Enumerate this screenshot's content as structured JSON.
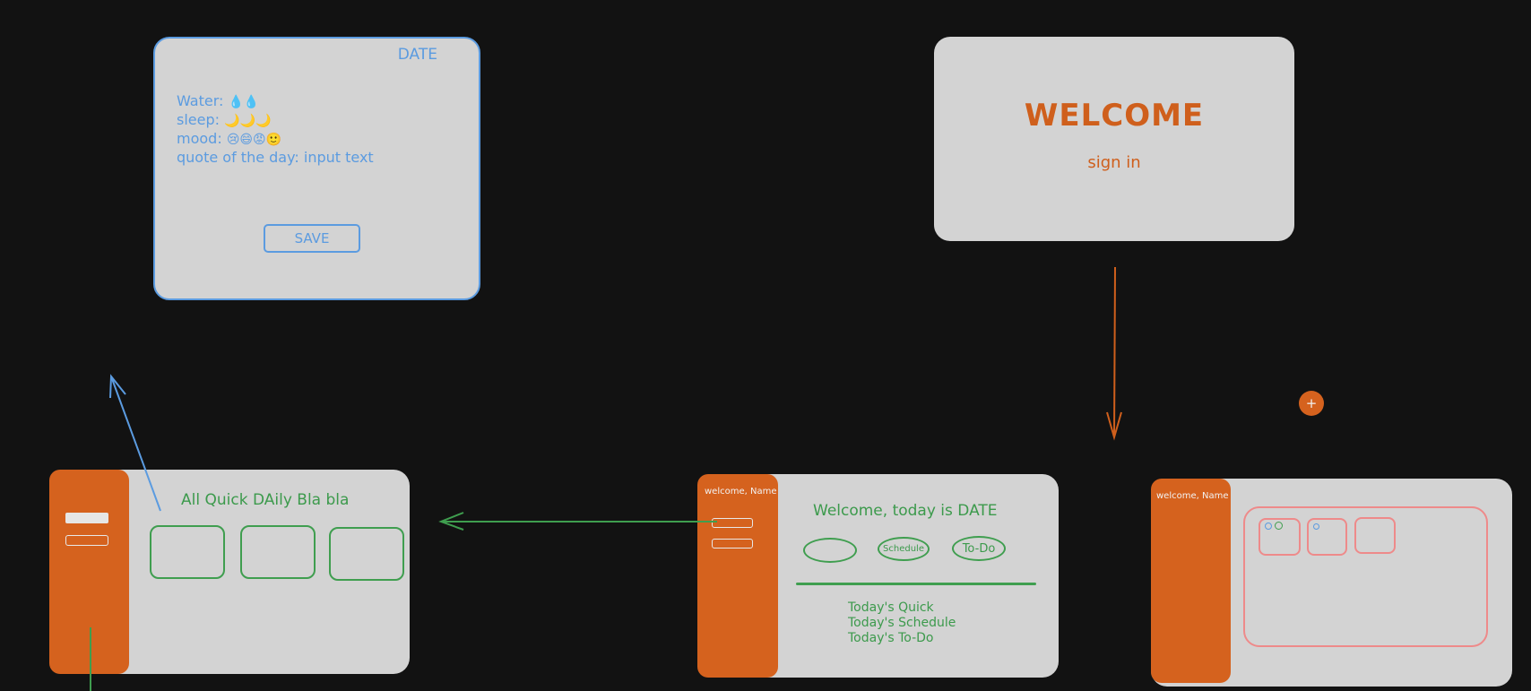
{
  "journal": {
    "date": "DATE",
    "water_label": "Water:",
    "water_icons": "💧💧",
    "sleep_label": "sleep:",
    "sleep_icons": "🌙🌙🌙",
    "mood_label": "mood:",
    "mood_icons": "😢😄😡🙂",
    "quote_label": "quote of the day: input text",
    "save_label": "SAVE"
  },
  "welcome": {
    "title": "WELCOME",
    "sign_in": "sign in"
  },
  "plus_button": {
    "label": "+"
  },
  "quick_screen": {
    "title": "All Quick DAily Bla bla"
  },
  "home_screen": {
    "sidebar_greeting": "welcome, Name",
    "heading": "Welcome, today is DATE",
    "tab_empty": "",
    "tab_schedule": "Schedule",
    "tab_todo": "To-Do",
    "list": [
      "Today's Quick",
      "Today's Schedule",
      "Today's To-Do"
    ]
  },
  "todo_screen": {
    "sidebar_greeting": "welcome, Name"
  },
  "colors": {
    "background": "#121212",
    "card": "#d3d3d3",
    "accent_orange": "#d5621e",
    "accent_blue": "#5b9be0",
    "accent_green": "#3f9e4f",
    "accent_pink": "#ee8a8a"
  }
}
